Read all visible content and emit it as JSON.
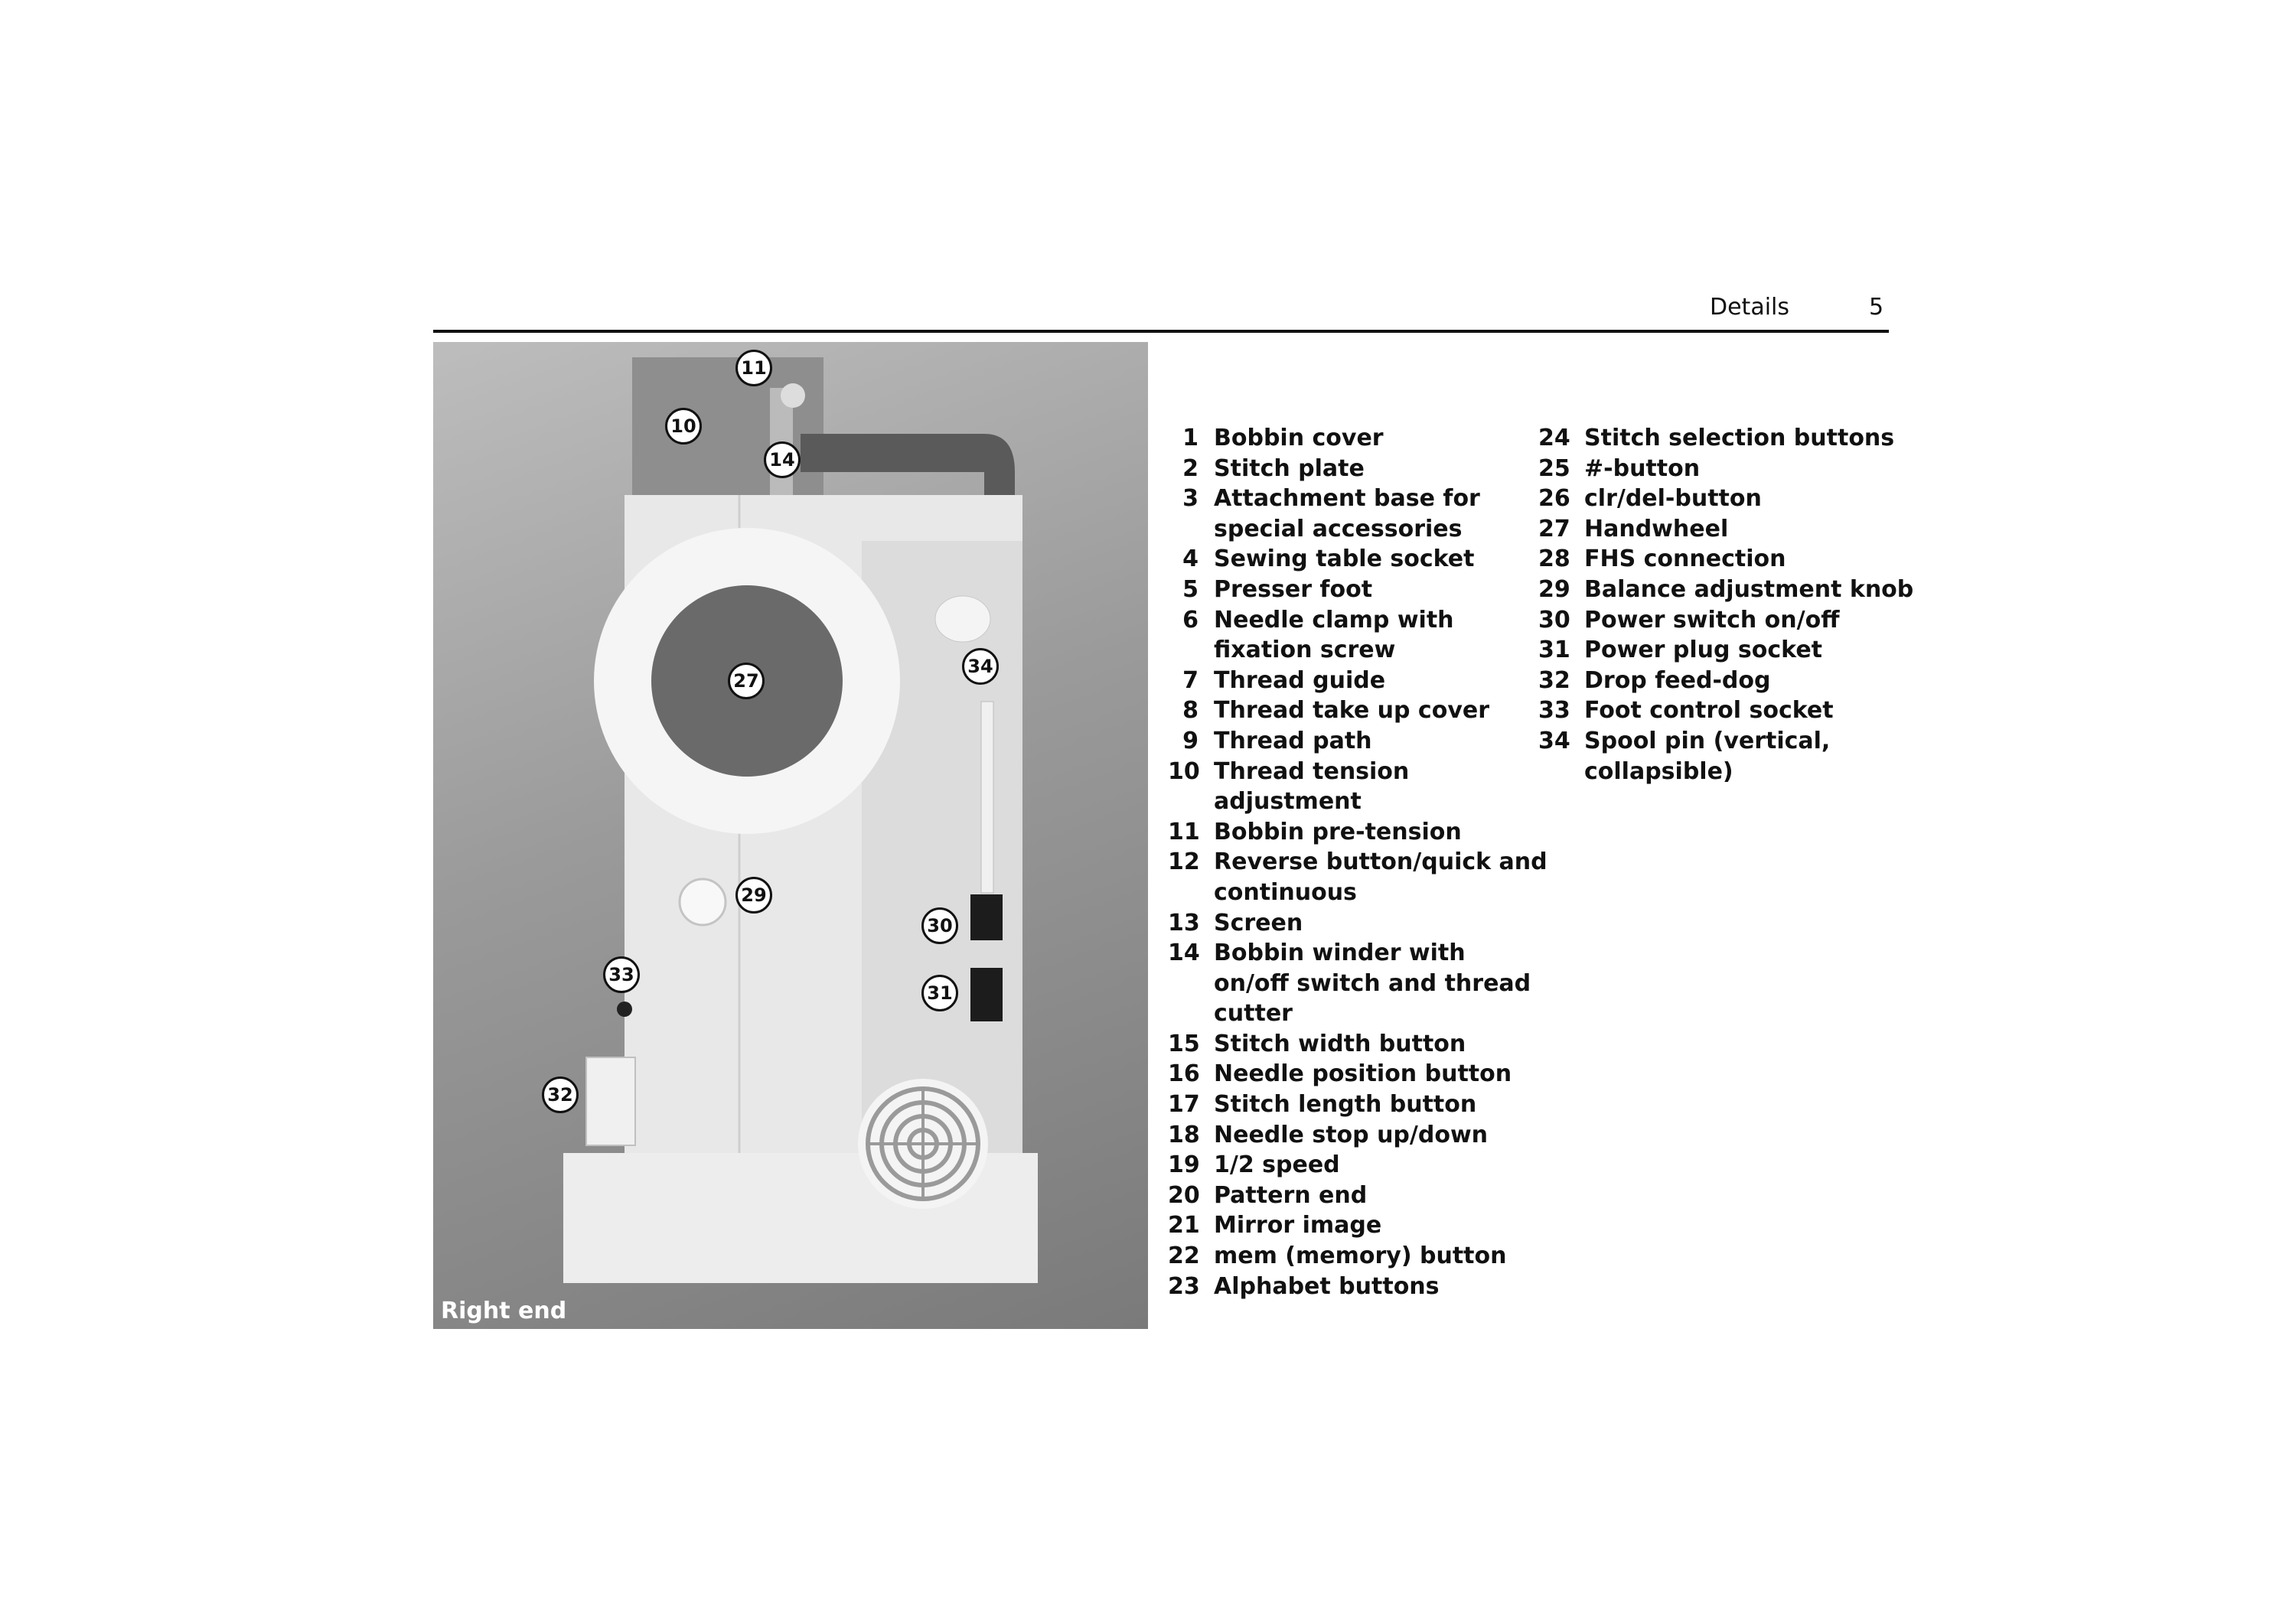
{
  "header": {
    "section": "Details",
    "page_number": "5"
  },
  "photo": {
    "caption": "Right end",
    "callouts": [
      "11",
      "10",
      "14",
      "27",
      "34",
      "29",
      "30",
      "31",
      "33",
      "32"
    ]
  },
  "legend": {
    "col1": [
      {
        "num": "1",
        "label": "Bobbin cover"
      },
      {
        "num": "2",
        "label": "Stitch plate"
      },
      {
        "num": "3",
        "label": "Attachment base for\nspecial accessories"
      },
      {
        "num": "4",
        "label": "Sewing table socket"
      },
      {
        "num": "5",
        "label": "Presser foot"
      },
      {
        "num": "6",
        "label": "Needle clamp with\nfixation screw"
      },
      {
        "num": "7",
        "label": "Thread guide"
      },
      {
        "num": "8",
        "label": "Thread take up cover"
      },
      {
        "num": "9",
        "label": "Thread path"
      },
      {
        "num": "10",
        "label": "Thread tension\nadjustment"
      },
      {
        "num": "11",
        "label": "Bobbin pre-tension"
      },
      {
        "num": "12",
        "label": "Reverse button/quick and\ncontinuous"
      },
      {
        "num": "13",
        "label": "Screen"
      },
      {
        "num": "14",
        "label": "Bobbin winder with\non/off switch and thread\ncutter"
      },
      {
        "num": "15",
        "label": "Stitch width button"
      },
      {
        "num": "16",
        "label": "Needle position button"
      },
      {
        "num": "17",
        "label": "Stitch length button"
      },
      {
        "num": "18",
        "label": "Needle stop up/down"
      },
      {
        "num": "19",
        "label": "1/2 speed"
      },
      {
        "num": "20",
        "label": "Pattern end"
      },
      {
        "num": "21",
        "label": "Mirror image"
      },
      {
        "num": "22",
        "label": "mem (memory) button"
      },
      {
        "num": "23",
        "label": "Alphabet buttons"
      }
    ],
    "col2": [
      {
        "num": "24",
        "label": "Stitch selection buttons"
      },
      {
        "num": "25",
        "label": "#-button"
      },
      {
        "num": "26",
        "label": "clr/del-button"
      },
      {
        "num": "27",
        "label": "Handwheel"
      },
      {
        "num": "28",
        "label": "FHS connection"
      },
      {
        "num": "29",
        "label": "Balance adjustment knob"
      },
      {
        "num": "30",
        "label": "Power switch on/off"
      },
      {
        "num": "31",
        "label": "Power plug socket"
      },
      {
        "num": "32",
        "label": "Drop feed-dog"
      },
      {
        "num": "33",
        "label": "Foot control socket"
      },
      {
        "num": "34",
        "label": "Spool pin (vertical,\ncollapsible)"
      }
    ]
  }
}
